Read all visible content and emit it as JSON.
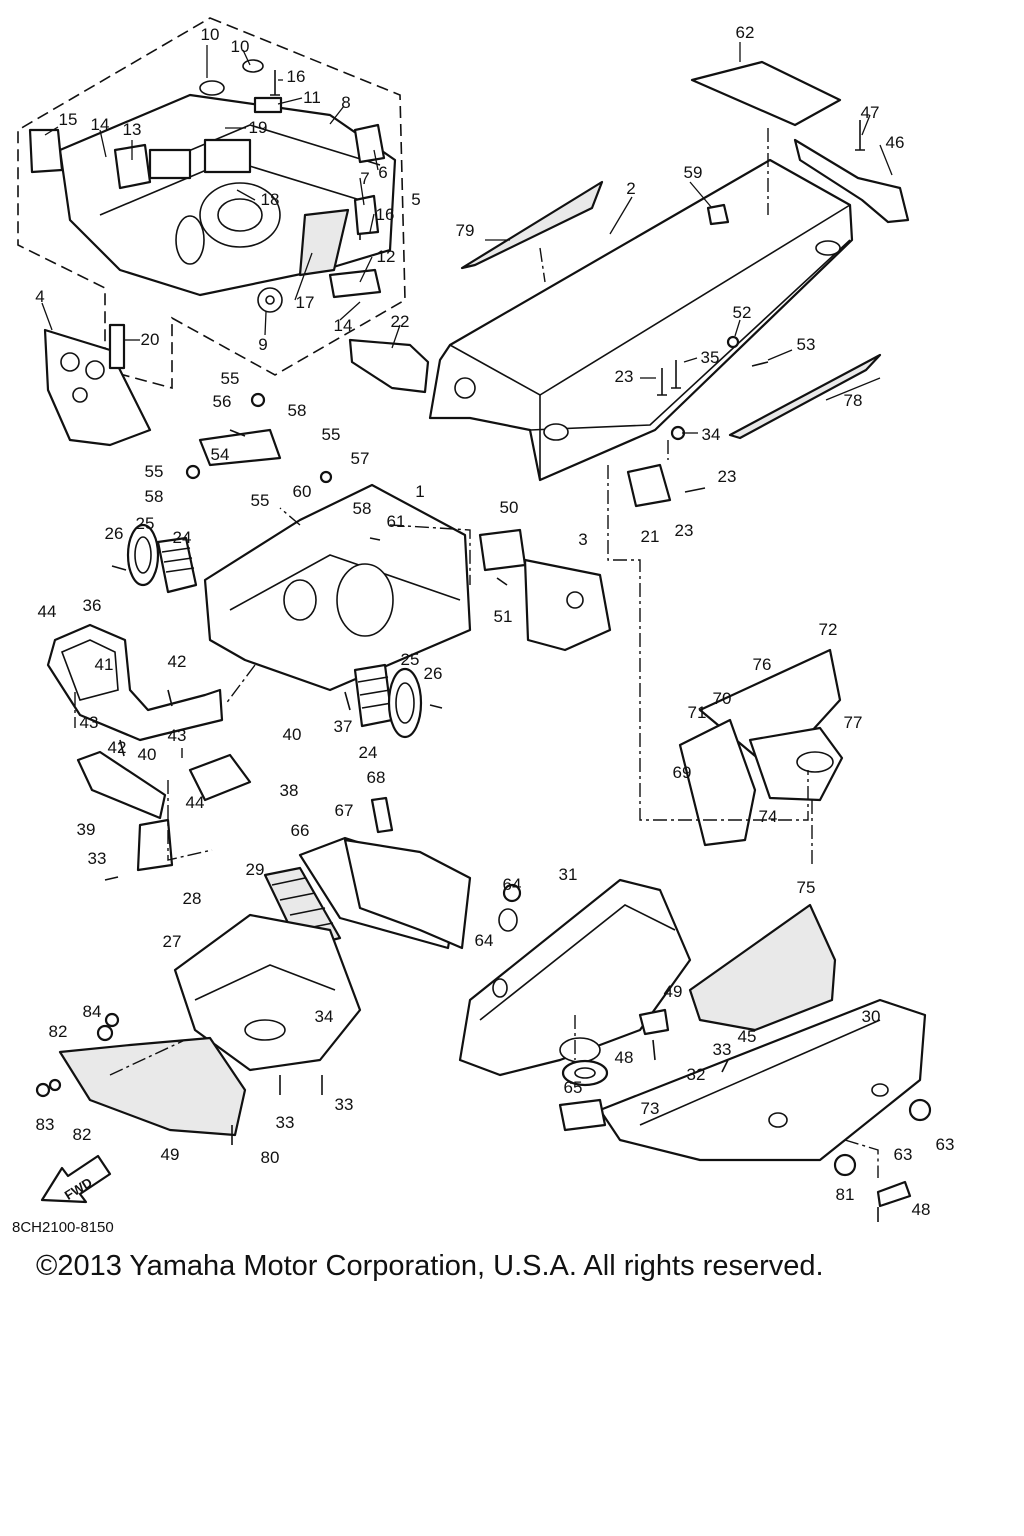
{
  "diagram_code": "8CH2100-8150",
  "forward_label": "FWD",
  "copyright": "©2013 Yamaha Motor Corporation, U.S.A. All rights reserved.",
  "callouts": [
    "10",
    "10",
    "16",
    "11",
    "8",
    "15",
    "14",
    "13",
    "19",
    "7",
    "6",
    "5",
    "18",
    "16",
    "12",
    "17",
    "14",
    "9",
    "4",
    "20",
    "22",
    "62",
    "47",
    "46",
    "59",
    "2",
    "79",
    "52",
    "53",
    "35",
    "23",
    "78",
    "34",
    "55",
    "56",
    "58",
    "55",
    "54",
    "57",
    "55",
    "58",
    "60",
    "58",
    "55",
    "1",
    "61",
    "50",
    "3",
    "23",
    "21",
    "23",
    "26",
    "25",
    "24",
    "44",
    "36",
    "41",
    "42",
    "51",
    "43",
    "37",
    "42",
    "40",
    "43",
    "25",
    "26",
    "24",
    "40",
    "38",
    "39",
    "44",
    "33",
    "28",
    "72",
    "76",
    "71",
    "70",
    "77",
    "69",
    "74",
    "68",
    "67",
    "66",
    "29",
    "64",
    "31",
    "27",
    "75",
    "64",
    "49",
    "30",
    "84",
    "34",
    "82",
    "45",
    "48",
    "33",
    "65",
    "32",
    "83",
    "82",
    "33",
    "33",
    "73",
    "63",
    "81",
    "80",
    "49",
    "63",
    "48"
  ]
}
